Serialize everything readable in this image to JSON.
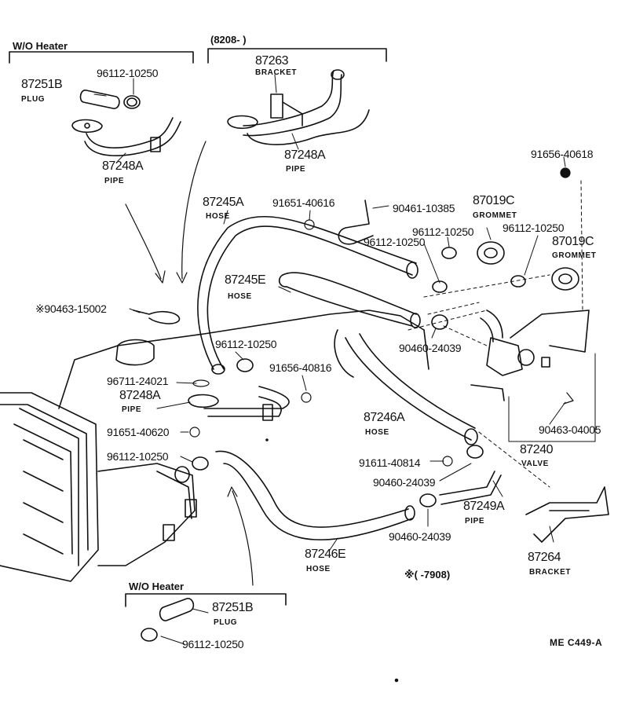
{
  "headers": {
    "wo_heater_top": "W/O Heater",
    "date_range_top": "(8208-        )",
    "wo_heater_bottom": "W/O Heater",
    "note_range": "※(     -7908)"
  },
  "parts": {
    "p87251B_top": "87251B",
    "plug_top": "PLUG",
    "p96112_a": "96112-10250",
    "p87248A_top": "87248A",
    "pipe_a": "PIPE",
    "p87263": "87263",
    "bracket_a": "BRACKET",
    "p87248A_mid": "87248A",
    "pipe_b": "PIPE",
    "p91656_40618": "91656-40618",
    "p87245A": "87245A",
    "hose_a": "HOSE",
    "p91651_40616": "91651-40616",
    "p90461_10385": "90461-10385",
    "p87019C_a": "87019C",
    "grommet_a": "GROMMET",
    "p96112_b": "96112-10250",
    "p96112_c": "96112-10250",
    "p96112_d": "96112-10250",
    "p87019C_b": "87019C",
    "grommet_b": "GROMMET",
    "p87245E": "87245E",
    "hose_e": "HOSE",
    "p90463_15002": "※90463-15002",
    "p90460_24039_a": "90460-24039",
    "p96112_e": "96112-10250",
    "p91656_40816": "91656-40816",
    "p96711_24021": "96711-24021",
    "p87248A_low": "87248A",
    "pipe_c": "PIPE",
    "p87246A": "87246A",
    "hose_b": "HOSE",
    "p90463_04005": "90463-04005",
    "p91651_40620": "91651-40620",
    "p87240": "87240",
    "valve": "VALVE",
    "p96112_f": "96112-10250",
    "p91611_40814": "91611-40814",
    "p90460_24039_b": "90460-24039",
    "p87249A": "87249A",
    "pipe_d": "PIPE",
    "p90460_24039_c": "90460-24039",
    "p87264": "87264",
    "bracket_b": "BRACKET",
    "p87246E": "87246E",
    "hose_c": "HOSE",
    "p87251B_bot": "87251B",
    "plug_bot": "PLUG",
    "p96112_g": "96112-10250"
  },
  "footer": {
    "code": "ME  C449-A"
  }
}
